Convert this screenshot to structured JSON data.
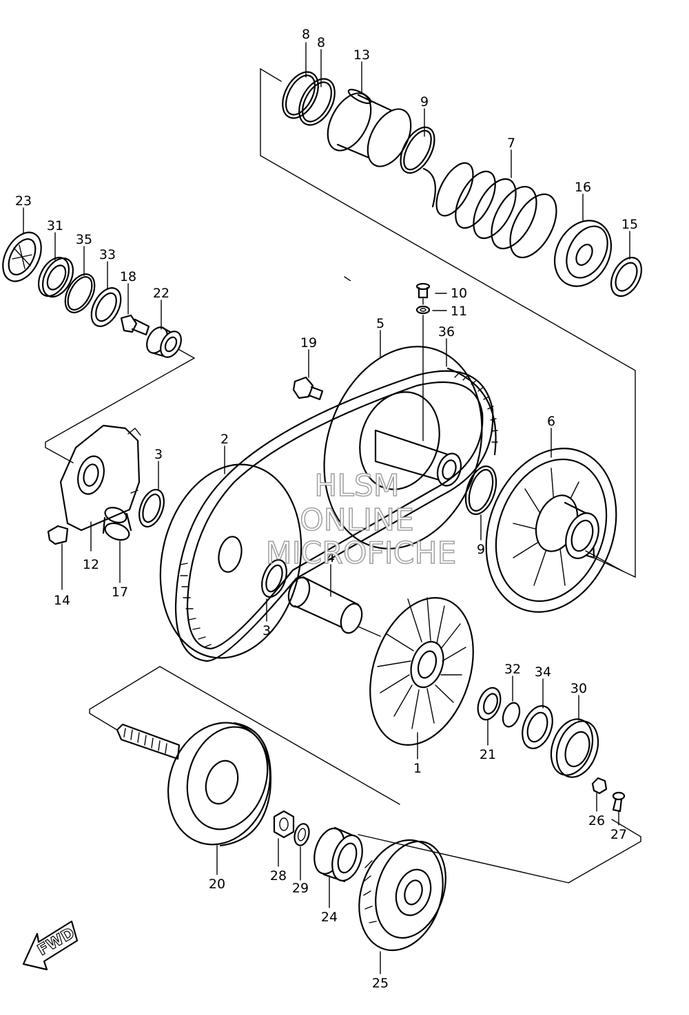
{
  "diagram": {
    "callouts": [
      "8",
      "8",
      "13",
      "9",
      "7",
      "16",
      "15",
      "23",
      "31",
      "35",
      "33",
      "18",
      "22",
      "10",
      "11",
      "19",
      "5",
      "36",
      "6",
      "2",
      "3",
      "12",
      "14",
      "17",
      "4",
      "9",
      "3",
      "1",
      "32",
      "34",
      "30",
      "21",
      "26",
      "27",
      "20",
      "28",
      "29",
      "24",
      "25"
    ],
    "watermark": {
      "line1": "HLSM",
      "line2": "ONLINE",
      "line3": "MICROFICHE"
    },
    "direction_badge": "FWD"
  }
}
